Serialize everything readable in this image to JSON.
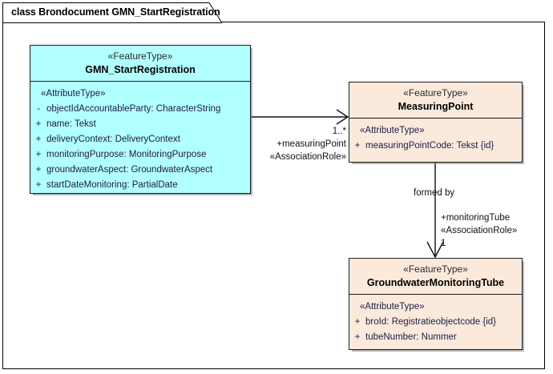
{
  "diagram": {
    "frame_title": "class Brondocument GMN_StartRegistration",
    "background_color": "#ffffff",
    "border_color": "#000000"
  },
  "classes": [
    {
      "id": "gmn",
      "stereotype": "«FeatureType»",
      "name": "GMN_StartRegistration",
      "fill_color": "#b2ffff",
      "compartment_stereotype": "«AttributeType»",
      "attributes": [
        {
          "visibility": "-",
          "text": "objectIdAccountableParty: CharacterString"
        },
        {
          "visibility": "+",
          "text": "name: Tekst"
        },
        {
          "visibility": "+",
          "text": "deliveryContext: DeliveryContext"
        },
        {
          "visibility": "+",
          "text": "monitoringPurpose: MonitoringPurpose"
        },
        {
          "visibility": "+",
          "text": "groundwaterAspect: GroundwaterAspect"
        },
        {
          "visibility": "+",
          "text": "startDateMonitoring: PartialDate"
        }
      ]
    },
    {
      "id": "mp",
      "stereotype": "«FeatureType»",
      "name": "MeasuringPoint",
      "fill_color": "#fbeadc",
      "compartment_stereotype": "«AttributeType»",
      "attributes": [
        {
          "visibility": "+",
          "text": "measuringPointCode: Tekst {id}"
        }
      ]
    },
    {
      "id": "gmt",
      "stereotype": "«FeatureType»",
      "name": "GroundwaterMonitoringTube",
      "fill_color": "#fbeadc",
      "compartment_stereotype": "«AttributeType»",
      "attributes": [
        {
          "visibility": "+",
          "text": "broId: Registratieobjectcode {id}"
        },
        {
          "visibility": "+",
          "text": "tubeNumber: Nummer"
        }
      ]
    }
  ],
  "associations": [
    {
      "id": "gmn-to-mp",
      "source": "GMN_StartRegistration",
      "target": "MeasuringPoint",
      "multiplicity": "1..*",
      "role": "+measuringPoint",
      "stereotype": "«AssociationRole»",
      "name": ""
    },
    {
      "id": "mp-to-gmt",
      "source": "MeasuringPoint",
      "target": "GroundwaterMonitoringTube",
      "name": "formed by",
      "role": "+monitoringTube",
      "stereotype": "«AssociationRole»",
      "multiplicity": "1"
    }
  ]
}
